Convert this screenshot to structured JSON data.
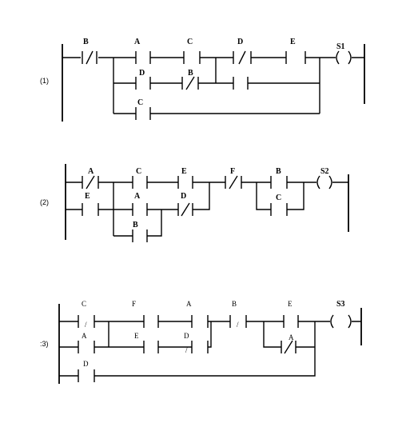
{
  "rungs": [
    {
      "number": "(1)",
      "output": "S1",
      "contacts": [
        {
          "label": "B",
          "type": "NC"
        },
        {
          "label": "A",
          "type": "NO"
        },
        {
          "label": "C",
          "type": "NO"
        },
        {
          "label": "D",
          "type": "NC"
        },
        {
          "label": "E",
          "type": "NO"
        },
        {
          "label": "D",
          "type": "NO"
        },
        {
          "label": "B",
          "type": "NC"
        },
        {
          "label": "C",
          "type": "NO"
        }
      ]
    },
    {
      "number": "(2)",
      "output": "S2",
      "contacts": [
        {
          "label": "A",
          "type": "NC"
        },
        {
          "label": "C",
          "type": "NO"
        },
        {
          "label": "E",
          "type": "NO"
        },
        {
          "label": "F",
          "type": "NC"
        },
        {
          "label": "B",
          "type": "NO"
        },
        {
          "label": "E",
          "type": "NO"
        },
        {
          "label": "A",
          "type": "NO"
        },
        {
          "label": "D",
          "type": "NC"
        },
        {
          "label": "C",
          "type": "NO"
        },
        {
          "label": "B",
          "type": "NO"
        }
      ]
    },
    {
      "number": ":3)",
      "output": "S3",
      "contacts": [
        {
          "label": "C",
          "type": "NC"
        },
        {
          "label": "F",
          "type": "NO"
        },
        {
          "label": "A",
          "type": "NO"
        },
        {
          "label": "B",
          "type": "NC"
        },
        {
          "label": "E",
          "type": "NO"
        },
        {
          "label": "A",
          "type": "NO"
        },
        {
          "label": "E",
          "type": "NO"
        },
        {
          "label": "D",
          "type": "NC"
        },
        {
          "label": "A",
          "type": "NC"
        },
        {
          "label": "D",
          "type": "NO"
        }
      ]
    }
  ]
}
